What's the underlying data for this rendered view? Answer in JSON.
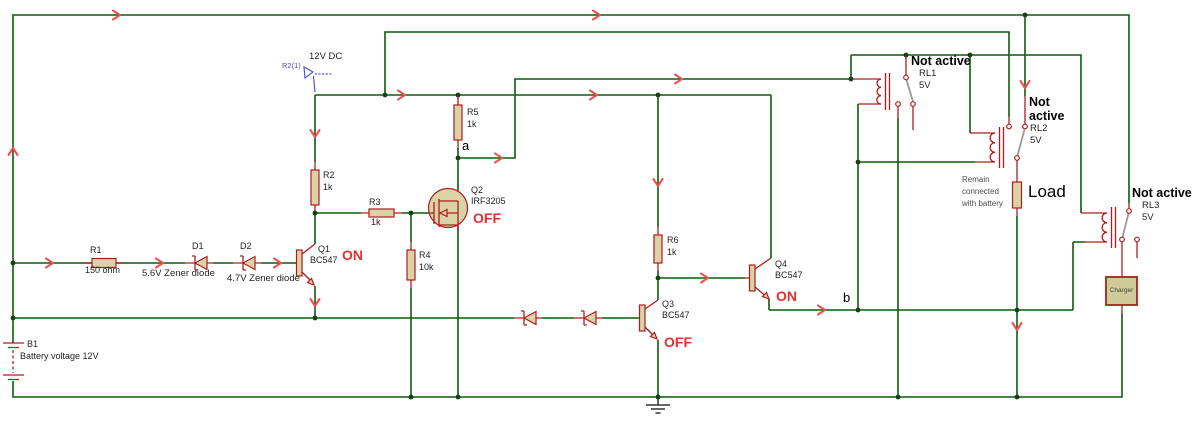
{
  "probe": {
    "ref": "R2(1)",
    "label": "12V DC"
  },
  "nodes": {
    "a": "a",
    "b": "b"
  },
  "annotation": {
    "line1": "Remain",
    "line2": "connected",
    "line3": "with battery"
  },
  "components": {
    "b1": {
      "ref": "B1",
      "value": "Battery voltage 12V"
    },
    "r1": {
      "ref": "R1",
      "value": "150 ohm"
    },
    "d1": {
      "ref": "D1",
      "value": "5.6V Zener diode"
    },
    "d2": {
      "ref": "D2",
      "value": "4.7V Zener diode"
    },
    "q1": {
      "ref": "Q1",
      "value": "BC547",
      "state": "ON"
    },
    "r2": {
      "ref": "R2",
      "value": "1k"
    },
    "r3": {
      "ref": "R3",
      "value": "1k"
    },
    "r4": {
      "ref": "R4",
      "value": "10k"
    },
    "r5": {
      "ref": "R5",
      "value": "1k"
    },
    "r6": {
      "ref": "R6",
      "value": "1k"
    },
    "q2": {
      "ref": "Q2",
      "value": "IRF3205",
      "state": "OFF"
    },
    "q3": {
      "ref": "Q3",
      "value": "BC547",
      "state": "OFF"
    },
    "q4": {
      "ref": "Q4",
      "value": "BC547",
      "state": "ON"
    },
    "rl1": {
      "ref": "RL1",
      "value": "5V",
      "state": "Not active"
    },
    "rl2": {
      "ref": "RL2",
      "value": "5V",
      "state_line1": "Not",
      "state_line2": "active"
    },
    "rl3": {
      "ref": "RL3",
      "value": "5V",
      "state": "Not active"
    },
    "load": {
      "label": "Load"
    },
    "charger": {
      "label": "Charger"
    }
  },
  "colors": {
    "wire_green": "#0b5c0b",
    "component_red": "#b01c1c",
    "component_fill": "#d9d3a7",
    "arrow_red": "#f15050",
    "state_red": "#e23030",
    "probe_blue": "#5353d6"
  }
}
